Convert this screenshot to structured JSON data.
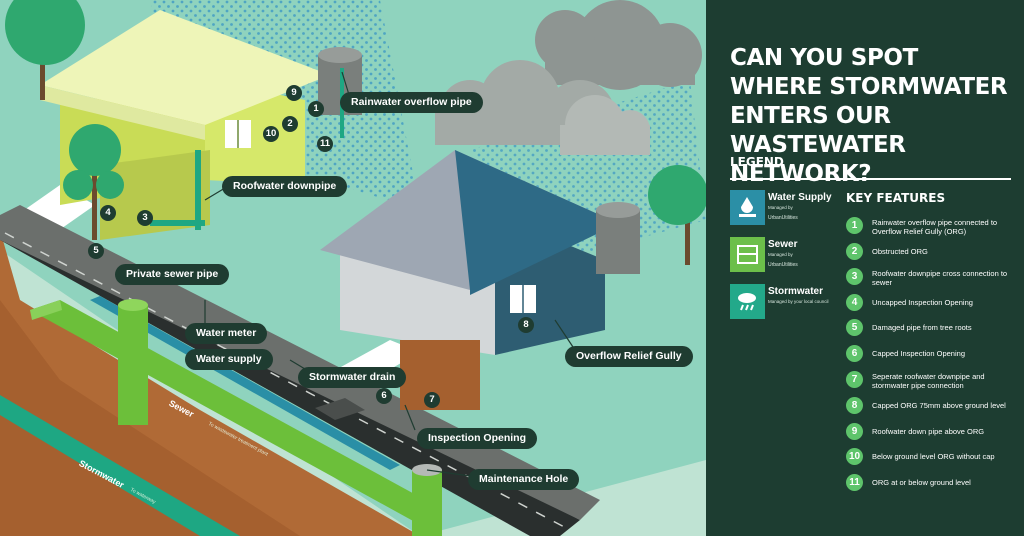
{
  "title": "CAN YOU SPOT WHERE STORMWATER ENTERS OUR WASTEWATER NETWORK?",
  "legend": {
    "heading": "LEGEND",
    "items": [
      {
        "name": "Water Supply",
        "sub": "Managed by",
        "brand": "UrbanUtilities",
        "color": "#2b8fa6"
      },
      {
        "name": "Sewer",
        "sub": "Managed by",
        "brand": "UrbanUtilities",
        "color": "#6cbf4a"
      },
      {
        "name": "Stormwater",
        "sub": "Managed by your local council",
        "brand": "",
        "color": "#23a98a"
      }
    ]
  },
  "key_features": {
    "heading": "KEY FEATURES",
    "items": [
      {
        "num": "1",
        "text": "Rainwater overflow pipe connected to Overflow Relief Gully (ORG)"
      },
      {
        "num": "2",
        "text": "Obstructed ORG"
      },
      {
        "num": "3",
        "text": "Roofwater downpipe cross connection to sewer"
      },
      {
        "num": "4",
        "text": "Uncapped Inspection Opening"
      },
      {
        "num": "5",
        "text": "Damaged pipe from tree roots"
      },
      {
        "num": "6",
        "text": "Capped Inspection Opening"
      },
      {
        "num": "7",
        "text": "Seperate roofwater downpipe and stormwater pipe connection"
      },
      {
        "num": "8",
        "text": "Capped ORG 75mm above ground level"
      },
      {
        "num": "9",
        "text": "Roofwater down pipe above ORG"
      },
      {
        "num": "10",
        "text": "Below ground level ORG without cap"
      },
      {
        "num": "11",
        "text": "ORG at or below ground level"
      }
    ]
  },
  "callouts": {
    "rainwater_overflow": "Rainwater overflow pipe",
    "roofwater_downpipe": "Roofwater downpipe",
    "private_sewer": "Private sewer pipe",
    "water_meter": "Water meter",
    "water_supply": "Water supply",
    "stormwater_drain": "Stormwater drain",
    "overflow_relief": "Overflow Relief Gully",
    "inspection_opening": "Inspection Opening",
    "maintenance_hole": "Maintenance Hole"
  },
  "pipe_labels": {
    "sewer": "Sewer",
    "sewer_sub": "To wastewater treatment plant",
    "stormwater": "Stormwater",
    "stormwater_sub": "To waterway"
  },
  "markers": [
    "1",
    "2",
    "3",
    "4",
    "5",
    "6",
    "7",
    "8",
    "9",
    "10",
    "11"
  ],
  "colors": {
    "panel": "#1d3d31",
    "sky": "#bfe3d3",
    "ground": "#8fd3be",
    "soil": "#b06a36",
    "sewer_pipe": "#6cbf3a",
    "stormwater_pipe": "#1ea783",
    "water_pipe": "#2a8fa6",
    "house1_wall": "#d6e86a",
    "house2_wall": "#2e5d72",
    "accent_green": "#5ec46b"
  }
}
